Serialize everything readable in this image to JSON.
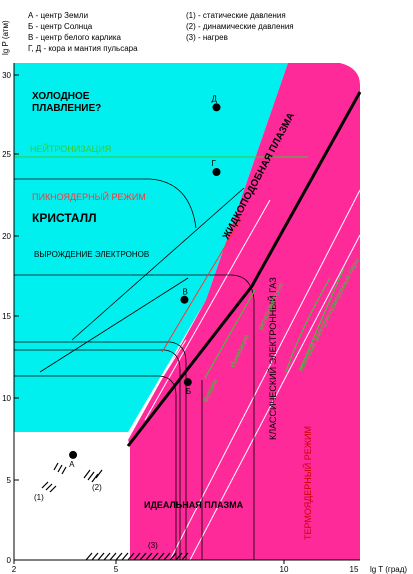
{
  "legend": {
    "left": [
      "А - центр Земли",
      "Б - центр Солнца",
      "В - центр белого карлика",
      "Г, Д - кора и мантия пульсара"
    ],
    "right": [
      "(1) - статические давления",
      "(2) - динамические давления",
      "(3) - нагрев"
    ]
  },
  "axes": {
    "y_label": "lg P (атм)",
    "x_label": "lg T (град)",
    "y_ticks": [
      "0",
      "5",
      "10",
      "15",
      "20",
      "25",
      "30"
    ],
    "x_ticks": [
      "2",
      "5",
      "10",
      "15"
    ]
  },
  "regions": {
    "cold_melting_line1": "ХОЛОДНОЕ",
    "cold_melting_line2": "ПЛАВЛЕНИЕ?",
    "neutronization": "НЕЙТРОНИЗАЦИЯ",
    "pycnonuclear": "ПИКНОЯДЕРНЫЙ РЕЖИМ",
    "crystal": "КРИСТАЛЛ",
    "degeneracy": "ВЫРОЖДЕНИЕ ЭЛЕКТРОНОВ",
    "liquid_plasma": "ЖИДКОПОДОБНАЯ ПЛАЗМА",
    "classical_gas": "КЛАССИЧЕСКИЙ ЭЛЕКТРОННЫЙ ГАЗ",
    "thermonuclear": "ТЕРМОЯДЕРНЫЙ РЕЖИМ",
    "ideal_plasma": "ИДЕАЛЬНАЯ ПЛАЗМА",
    "photons": "Фотоны",
    "ionization": "Ионизация",
    "relativistic": "релятивистские",
    "thermal_pairs": "тепловые электрон-позитронные пары"
  },
  "points": [
    {
      "label": "А",
      "lgT": 3.75,
      "lgP": 6.5
    },
    {
      "label": "Б",
      "lgT": 7.15,
      "lgP": 11.0
    },
    {
      "label": "В",
      "lgT": 7.05,
      "lgP": 16.1
    },
    {
      "label": "Г",
      "lgT": 8.0,
      "lgP": 24.0
    },
    {
      "label": "Д",
      "lgT": 8.0,
      "lgP": 28.0
    }
  ],
  "markers": [
    "(1)",
    "(2)",
    "(3)"
  ],
  "colors": {
    "crystal_region": "#00f0f0",
    "plasma_region": "#ff2a9a",
    "neutronization_line": "#33cc33",
    "pycnonuclear_text": "#ff3333",
    "green_text": "#33cc33",
    "thermonuclear_text": "#cc0000"
  }
}
